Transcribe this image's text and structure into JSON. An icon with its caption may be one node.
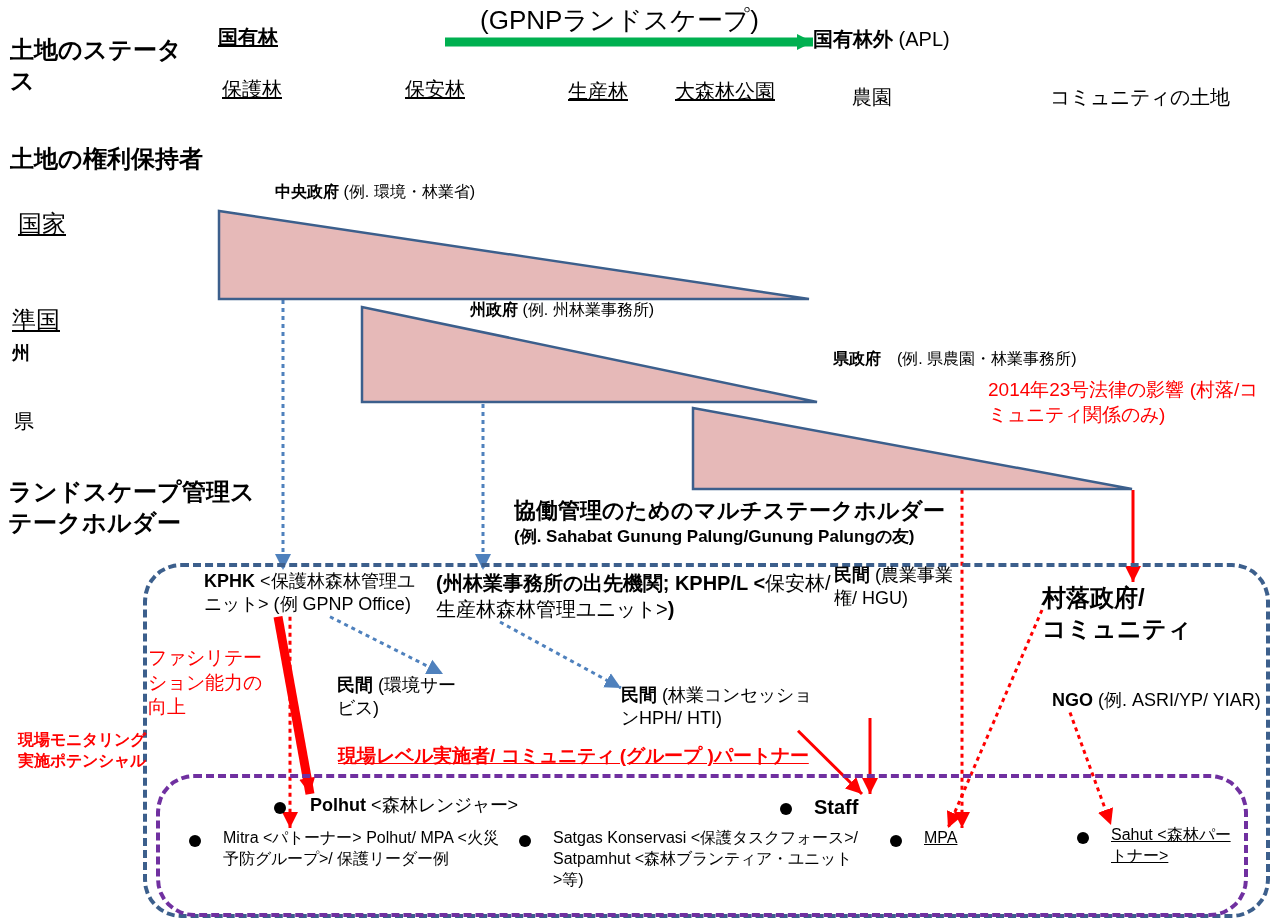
{
  "diagram": {
    "nodes": [
      {
        "text": [
          "国有林"
        ]
      },
      {
        "text": [
          "**国有林外** (APL)"
        ]
      },
      {
        "text": [
          "**中央政府** (例. 環境・林業省)"
        ]
      },
      {
        "text": [
          "**州政府** (例. 州林業事務所)"
        ]
      },
      {
        "text": [
          "**県政府**　(例. 県農園・林業事務所)"
        ]
      },
      {
        "text": [
          "協働管理のためのマルチステークホルダー",
          "(例. Sahabat Gunung Palung/Gunung Palungの友)"
        ]
      },
      {
        "text": [
          "**KPHK** <保護林森林管理ユニット> (例 GPNP Office)"
        ],
        "in": 5
      },
      {
        "text": [
          "**(州林業事務所の出先機関; KPHP/L <**保安林/ 生産林森林管理ユニット>**)**"
        ],
        "in": 5
      },
      {
        "text": [
          "**民間** (農業事業権/ HGU)"
        ],
        "in": 5
      },
      {
        "text": [
          "村落政府/ コミュニティ"
        ],
        "in": 5
      },
      {
        "text": [
          "**民間** (環境サービス)"
        ],
        "in": 5
      },
      {
        "text": [
          "**民間** (林業コンセッションHPH/ HTI)"
        ],
        "in": 5
      },
      {
        "text": [
          "**NGO** (例. ASRI/YP/ YIAR)"
        ],
        "in": 5
      },
      {
        "text": [
          "現場レベル実施者/ コミュニティ (グループ )パートナー"
        ],
        "in": 5
      },
      {
        "text": [
          "**Polhut** <森林レンジャー>"
        ],
        "in": 13
      },
      {
        "text": [
          "Mitra <パトーナー> Polhut/ MPA <火災予防グループ>/ 保護リーダー例"
        ],
        "in": 13
      },
      {
        "text": [
          "Staff"
        ],
        "in": 13
      },
      {
        "text": [
          "Satgas Konservasi <保護タスクフォース>/ Satpamhut <森林ブランティア・ユニット>等)"
        ],
        "in": 13
      },
      {
        "text": [
          "MPA"
        ],
        "in": 13
      },
      {
        "text": [
          "Sahut <森林パートナー>"
        ],
        "in": 13
      }
    ],
    "edges": [
      {
        "from": null,
        "to": 1,
        "arrow": "to",
        "label": "(GPNPランドスケープ)",
        "style": "thick",
        "color": "#00b050"
      },
      {
        "from": 2,
        "to": 6,
        "arrow": "to",
        "style": "dashed",
        "color": "#4f81bd"
      },
      {
        "from": 3,
        "to": 7,
        "arrow": "to",
        "style": "dashed",
        "color": "#4f81bd"
      },
      {
        "from": 4,
        "to": 9,
        "arrow": "to"
      },
      {
        "from": 4,
        "to": 18,
        "arrow": "to",
        "style": "dashed"
      },
      {
        "from": 6,
        "to": 10,
        "arrow": "to",
        "style": "dashed",
        "color": "#4f81bd"
      },
      {
        "from": 7,
        "to": 11,
        "arrow": "to",
        "style": "dashed",
        "color": "#4f81bd"
      },
      {
        "from": 6,
        "to": 14,
        "arrow": "to",
        "label": "ファシリテーション能力の向上",
        "style": "thick"
      },
      {
        "from": 6,
        "to": 15,
        "arrow": "to",
        "style": "dashed"
      },
      {
        "from": 9,
        "to": 18,
        "arrow": "to",
        "style": "dashed"
      },
      {
        "from": 11,
        "to": 16,
        "arrow": "to"
      },
      {
        "from": null,
        "to": 16,
        "arrow": "to"
      },
      {
        "from": 12,
        "to": 19,
        "arrow": "to",
        "style": "dashed"
      }
    ],
    "labels": [
      "土地のステータス",
      "保護林",
      "保安林",
      "生産林",
      "大森林公園",
      "農園",
      "コミュニティの土地",
      "土地の権利保持者",
      "国家",
      "準国",
      "州",
      "県",
      "ランドスケープ管理ステークホルダー",
      "2014年23号法律の影響 (村落/コミュニティ関係のみ)",
      "現場モニタリング実施ポテンシャル"
    ]
  }
}
